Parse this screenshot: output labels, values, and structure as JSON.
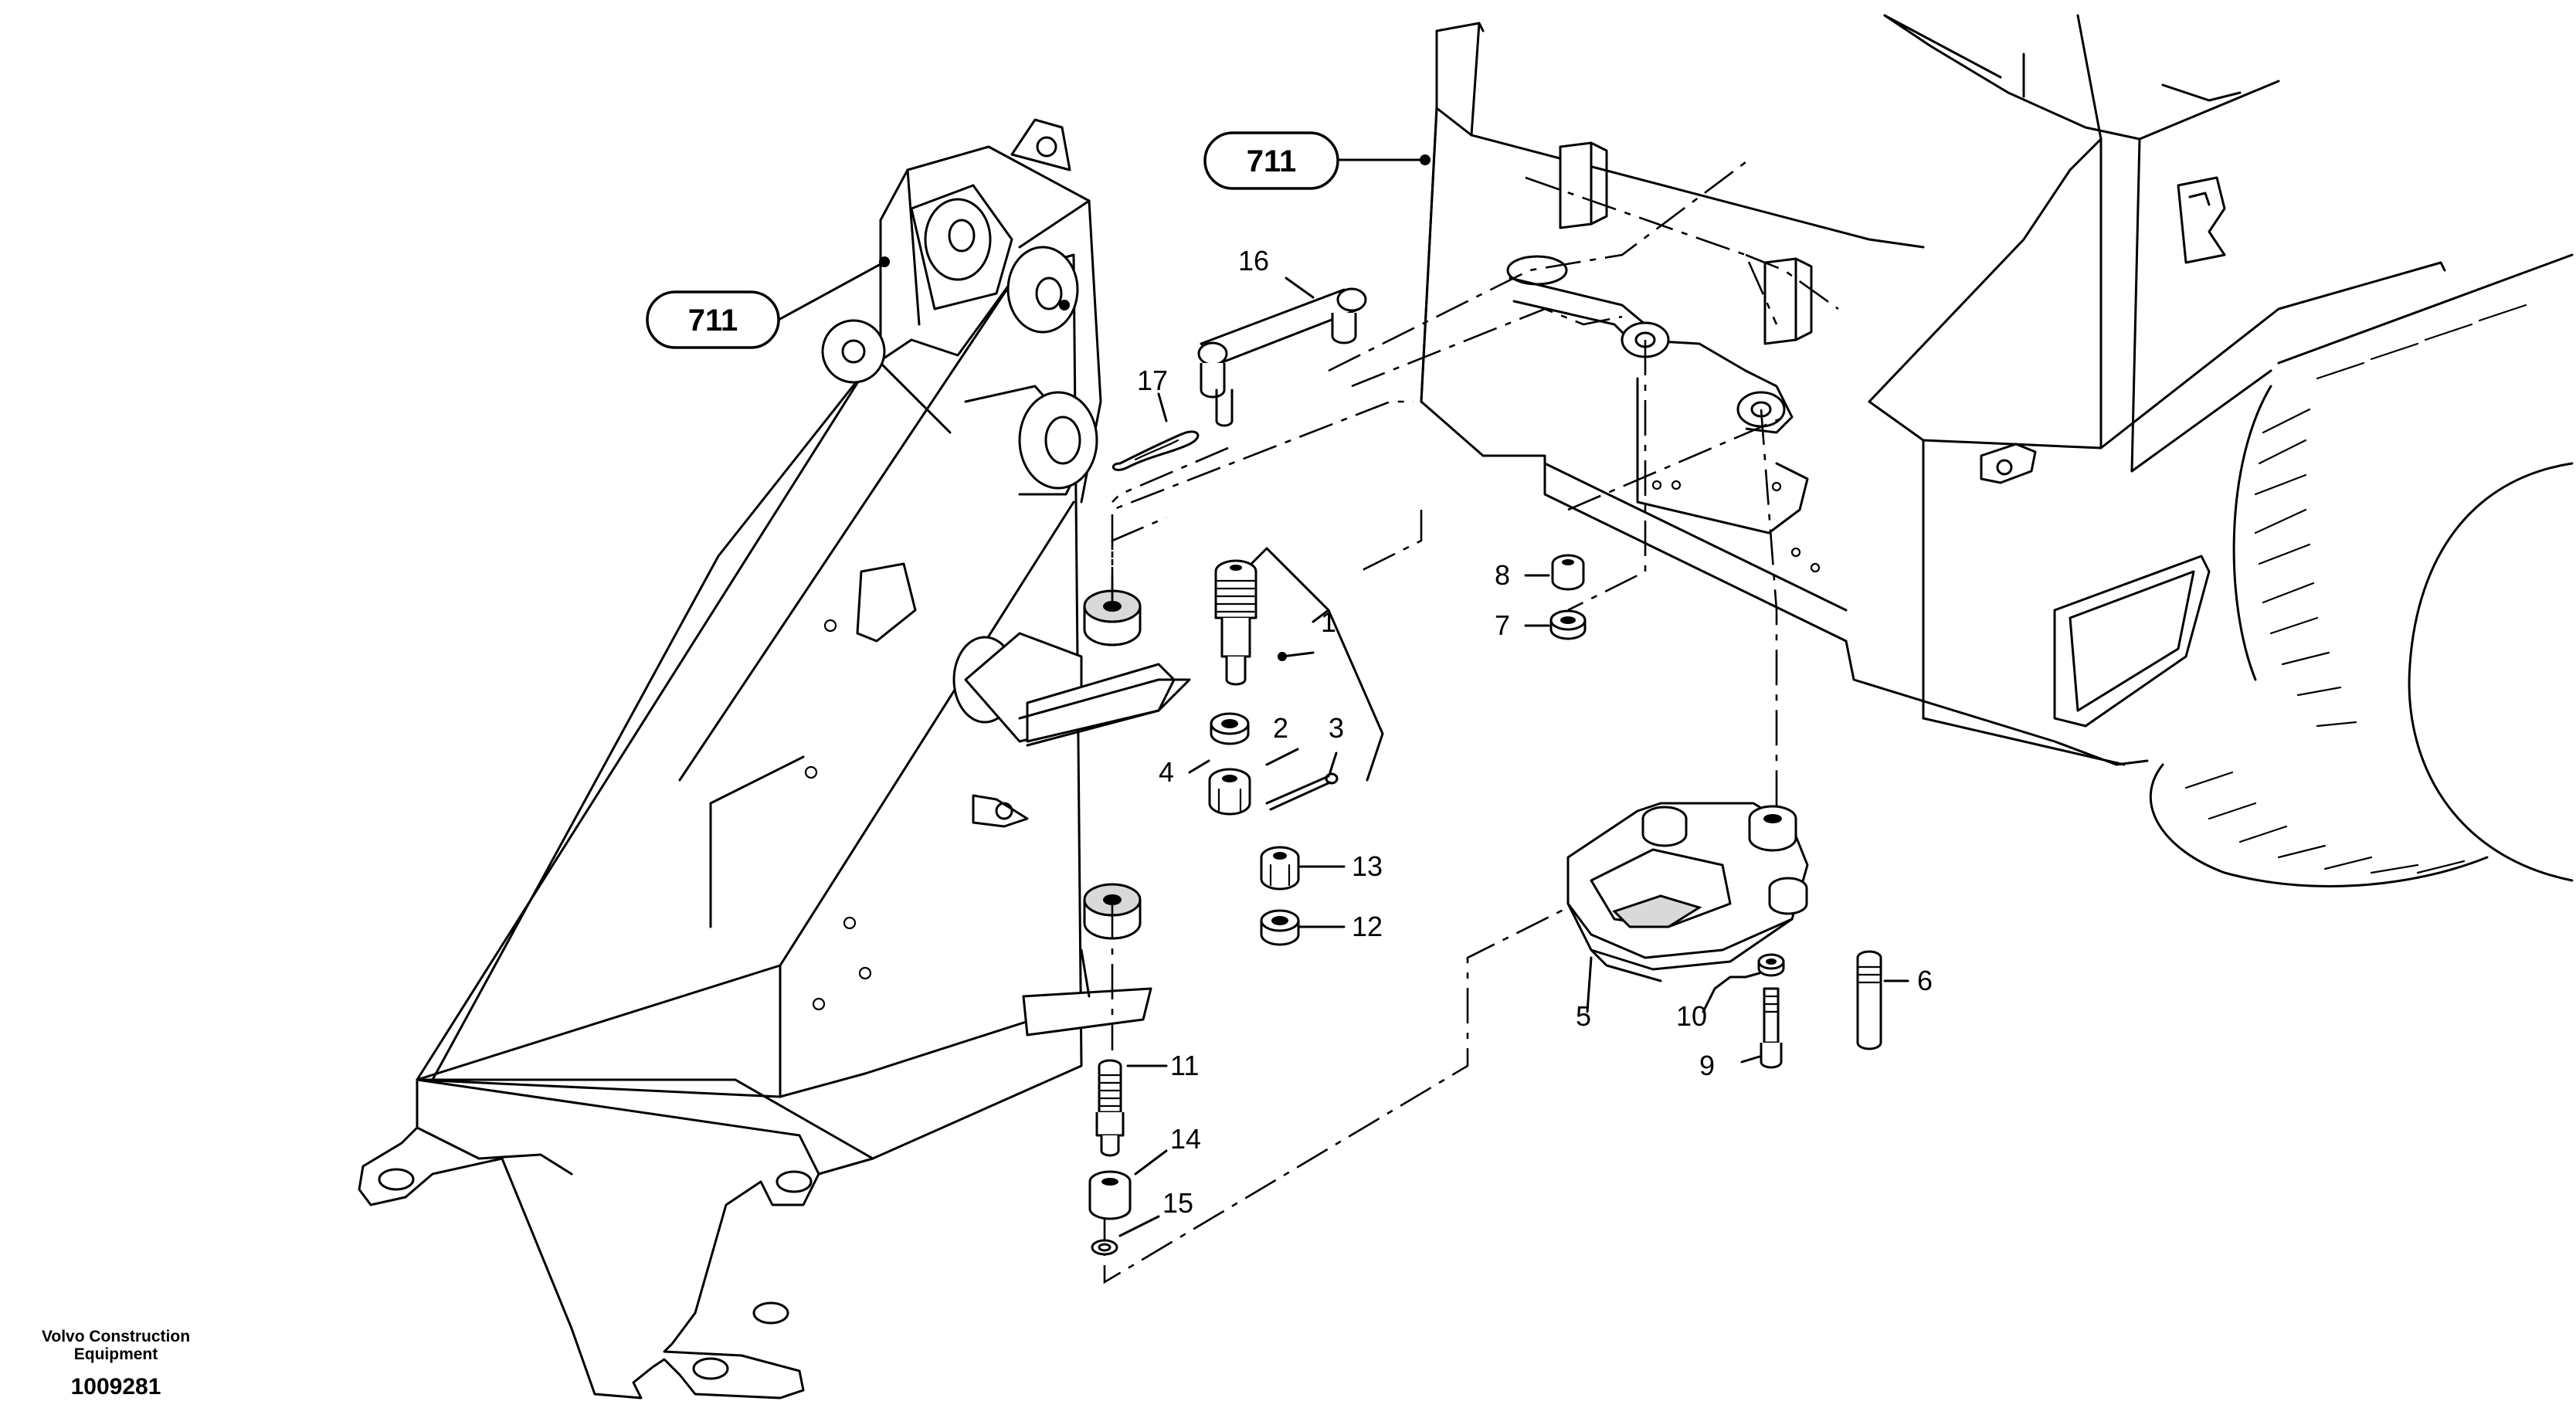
{
  "references": [
    {
      "id": "ref-711-left",
      "label": "711"
    },
    {
      "id": "ref-711-right",
      "label": "711"
    }
  ],
  "callouts": [
    {
      "id": "1",
      "label": "1"
    },
    {
      "id": "2",
      "label": "2"
    },
    {
      "id": "3",
      "label": "3"
    },
    {
      "id": "4",
      "label": "4"
    },
    {
      "id": "5",
      "label": "5"
    },
    {
      "id": "6",
      "label": "6"
    },
    {
      "id": "7",
      "label": "7"
    },
    {
      "id": "8",
      "label": "8"
    },
    {
      "id": "9",
      "label": "9"
    },
    {
      "id": "10",
      "label": "10"
    },
    {
      "id": "11",
      "label": "11"
    },
    {
      "id": "12",
      "label": "12"
    },
    {
      "id": "13",
      "label": "13"
    },
    {
      "id": "14",
      "label": "14"
    },
    {
      "id": "15",
      "label": "15"
    },
    {
      "id": "16",
      "label": "16"
    },
    {
      "id": "17",
      "label": "17"
    }
  ],
  "footer": {
    "company_line1": "Volvo Construction",
    "company_line2": "Equipment",
    "drawing_number": "1009281"
  },
  "colors": {
    "line": "#000000",
    "background": "#ffffff",
    "shade": "#d9d9d9"
  }
}
